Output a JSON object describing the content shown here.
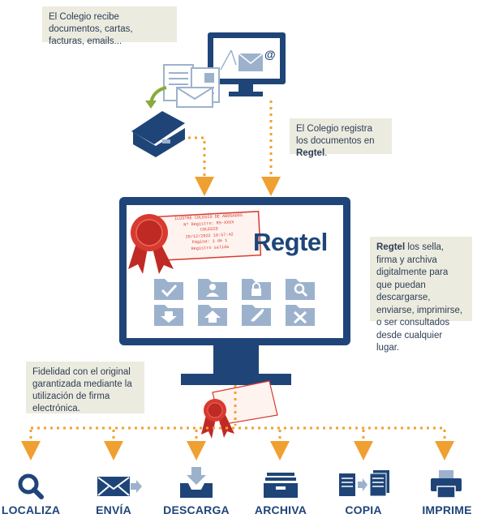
{
  "notes": {
    "top": "El Colegio recibe documentos, cartas, facturas, emails...",
    "middle_pre": "El Colegio registra los documentos en ",
    "middle_brand": "Regtel",
    "middle_post": ".",
    "right_brand": "Regtel",
    "right_text": " los sella, firma y archiva digitalmente para que puedan descargarse, enviarse, imprimirse, o ser consultados desde cualquier lugar.",
    "left": "Fidelidad con el original garantizada mediante la utilización de firma electrónica."
  },
  "brand": "Regtel",
  "stamp": {
    "line1": "ILUSTRE COLEGIO DE ABOGADOS",
    "line2": "Nº Registro: RS-XXXX",
    "line3": "COLEGIO",
    "line4": "20/12/2022 10:57:42",
    "line5": "Página: 1 de 1",
    "line6": "Registro salida"
  },
  "actions": [
    {
      "label": "LOCALIZA",
      "icon": "search-icon"
    },
    {
      "label": "ENVÍA",
      "icon": "envelope-send-icon"
    },
    {
      "label": "DESCARGA",
      "icon": "download-tray-icon"
    },
    {
      "label": "ARCHIVA",
      "icon": "archive-box-icon"
    },
    {
      "label": "COPIA",
      "icon": "copy-documents-icon"
    },
    {
      "label": "IMPRIME",
      "icon": "printer-icon"
    }
  ],
  "colors": {
    "navy": "#1f4578",
    "light_blue": "#9cb2cc",
    "dotted_orange": "#f0a030",
    "stamp_red": "#d83a2f",
    "note_bg": "#ecebdf",
    "scanner_arrow_green": "#8aaa3a"
  }
}
